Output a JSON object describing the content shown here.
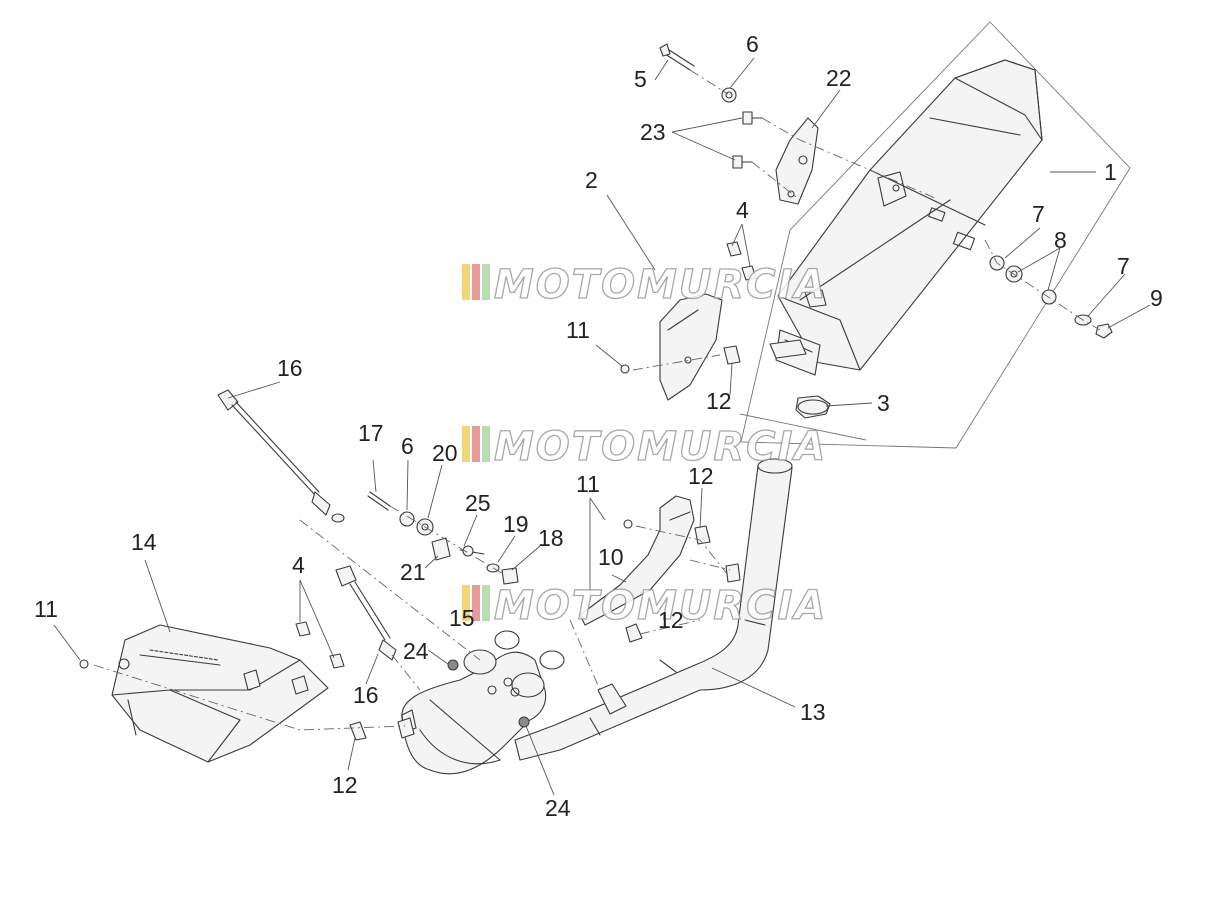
{
  "diagram": {
    "type": "exploded-parts-diagram",
    "callouts": [
      {
        "id": "c1",
        "label": "1"
      },
      {
        "id": "c2",
        "label": "2"
      },
      {
        "id": "c3",
        "label": "3"
      },
      {
        "id": "c4a",
        "label": "4"
      },
      {
        "id": "c4b",
        "label": "4"
      },
      {
        "id": "c5",
        "label": "5"
      },
      {
        "id": "c6a",
        "label": "6"
      },
      {
        "id": "c6b",
        "label": "6"
      },
      {
        "id": "c7a",
        "label": "7"
      },
      {
        "id": "c7b",
        "label": "7"
      },
      {
        "id": "c8",
        "label": "8"
      },
      {
        "id": "c9",
        "label": "9"
      },
      {
        "id": "c10",
        "label": "10"
      },
      {
        "id": "c11a",
        "label": "11"
      },
      {
        "id": "c11b",
        "label": "11"
      },
      {
        "id": "c11c",
        "label": "11"
      },
      {
        "id": "c12a",
        "label": "12"
      },
      {
        "id": "c12b",
        "label": "12"
      },
      {
        "id": "c12c",
        "label": "12"
      },
      {
        "id": "c12d",
        "label": "12"
      },
      {
        "id": "c13",
        "label": "13"
      },
      {
        "id": "c14",
        "label": "14"
      },
      {
        "id": "c15",
        "label": "15"
      },
      {
        "id": "c16a",
        "label": "16"
      },
      {
        "id": "c16b",
        "label": "16"
      },
      {
        "id": "c17",
        "label": "17"
      },
      {
        "id": "c18",
        "label": "18"
      },
      {
        "id": "c19",
        "label": "19"
      },
      {
        "id": "c20",
        "label": "20"
      },
      {
        "id": "c21",
        "label": "21"
      },
      {
        "id": "c22",
        "label": "22"
      },
      {
        "id": "c23",
        "label": "23"
      },
      {
        "id": "c24a",
        "label": "24"
      },
      {
        "id": "c24b",
        "label": "24"
      },
      {
        "id": "c25",
        "label": "25"
      }
    ]
  },
  "watermark": {
    "text": "MOTOMURCIA",
    "stripe_colors": [
      "#f2d479",
      "#e89a9a",
      "#b9ddb0"
    ]
  }
}
